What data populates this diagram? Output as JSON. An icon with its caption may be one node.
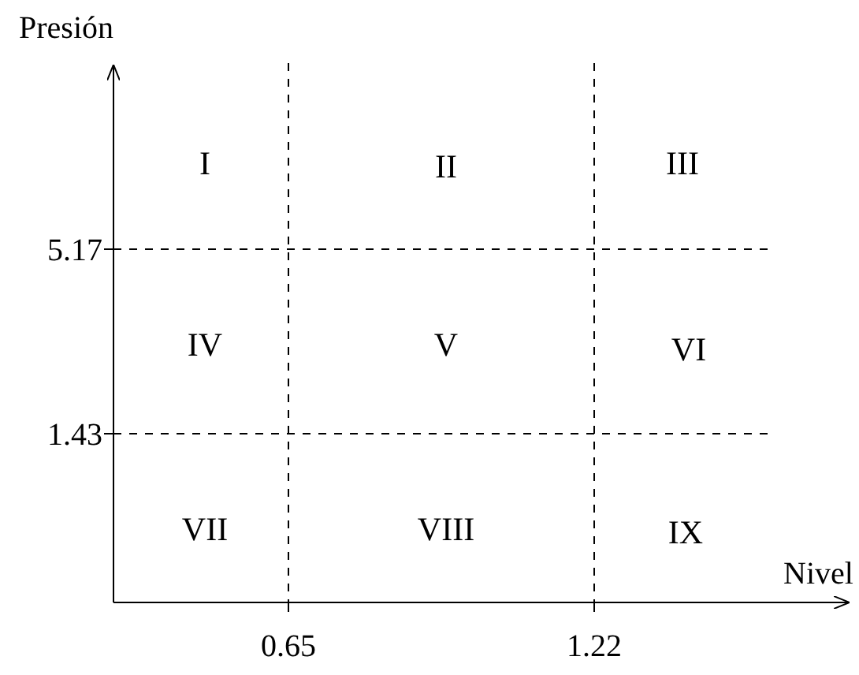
{
  "diagram": {
    "labels": [
      "Presión",
      "I",
      "II",
      "III",
      "5.17",
      "IV",
      "V",
      "VI",
      "1.43",
      "VII",
      "VIII",
      "IX",
      "Nivel",
      "0.65",
      "1.22"
    ]
  }
}
